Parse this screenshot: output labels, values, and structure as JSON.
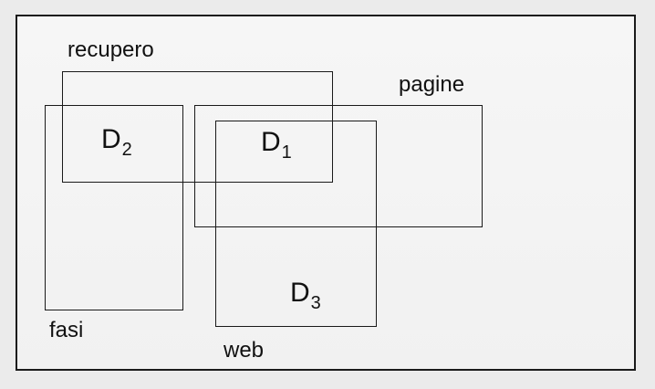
{
  "diagram": {
    "sets": [
      {
        "id": "recupero",
        "label": "recupero"
      },
      {
        "id": "pagine",
        "label": "pagine"
      },
      {
        "id": "fasi",
        "label": "fasi"
      },
      {
        "id": "web",
        "label": "web"
      }
    ],
    "documents": [
      {
        "id": "D2",
        "letter": "D",
        "index": "2"
      },
      {
        "id": "D1",
        "letter": "D",
        "index": "1"
      },
      {
        "id": "D3",
        "letter": "D",
        "index": "3"
      }
    ]
  }
}
